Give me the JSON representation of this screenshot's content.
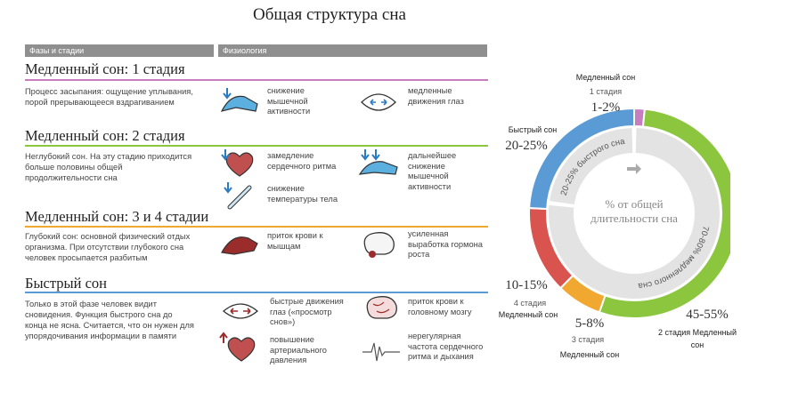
{
  "title": "Общая структура сна",
  "headers": {
    "phases": "Фазы и стадии",
    "physiology": "Физиология"
  },
  "stages": [
    {
      "title": "Медленный сон: 1 стадия",
      "description": "Процесс засыпания: ощущение уплывания, порой прерывающееся вздрагиванием",
      "effects": [
        "снижение мышечной активности",
        "медленные движения глаз"
      ]
    },
    {
      "title": "Медленный сон: 2 стадия",
      "description": "Неглубокий сон. На эту стадию приходится больше половины общей продолжительности сна",
      "effects": [
        "замедление сердечного ритма",
        "дальнейшее снижение мышечной активности",
        "снижение температуры тела"
      ]
    },
    {
      "title": "Медленный сон: 3 и 4 стадии",
      "description": "Глубокий сон: основной физический отдых организма. При отсутствии глубокого сна человек просыпается разбитым",
      "effects": [
        "приток крови к мышцам",
        "усиленная выработка гормона роста"
      ]
    },
    {
      "title": "Быстрый сон",
      "description": "Только в этой фазе человек видит сновидения. Функция быстрого сна до конца не ясна. Считается, что он нужен для упорядочивания информации в памяти",
      "effects": [
        "быстрые движения глаз («просмотр снов»)",
        "приток крови к головному мозгу",
        "повышение артериального давления",
        "нерегулярная частота сердечного ритма и дыхания"
      ]
    }
  ],
  "colors": {
    "stage1": "#c77dbf",
    "stage2": "#8cc63f",
    "stage34": "#f0a830",
    "rem": "#5b9bd5",
    "deep": "#d9534f",
    "header": "#8f8f8f"
  },
  "chart_data": {
    "type": "pie",
    "center_label": "% от общей длительности сна",
    "slices": [
      {
        "name_top": "Медленный сон",
        "name_bottom": "1 стадия",
        "value_label": "1-2%",
        "value": 1.5,
        "color": "#c77dbf"
      },
      {
        "name_top": "",
        "name_bottom": "2 стадия Медленный сон",
        "value_label": "45-55%",
        "value": 50,
        "color": "#8cc63f"
      },
      {
        "name_top": "3 стадия",
        "name_bottom": "Медленный сон",
        "value_label": "5-8%",
        "value": 6.5,
        "color": "#f0a830"
      },
      {
        "name_top": "4 стадия",
        "name_bottom": "Медленный сон",
        "value_label": "10-15%",
        "value": 12.5,
        "color": "#d9534f"
      },
      {
        "name_top": "Быстрый сон",
        "name_bottom": "",
        "value_label": "20-25%",
        "value": 22.5,
        "color": "#5b9bd5"
      }
    ],
    "inner_ring": [
      {
        "label": "70-80% медленного сна",
        "value": 75
      },
      {
        "label": "20-25% быстрого сна",
        "value": 22.5
      }
    ]
  }
}
